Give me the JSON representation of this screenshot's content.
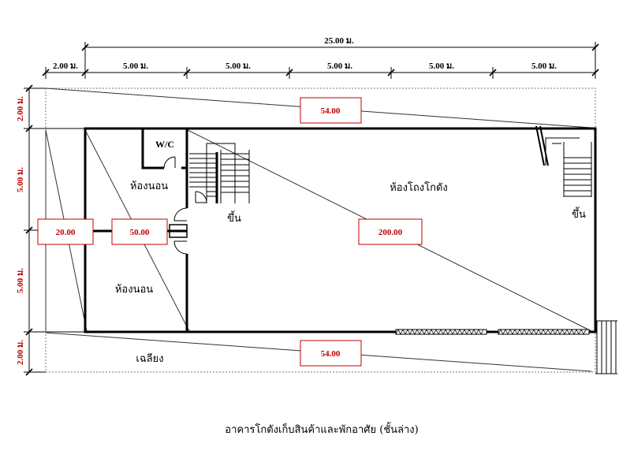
{
  "dimensions": {
    "total": "25.00 ม.",
    "left_offset": "2.00 ม.",
    "bays": [
      "5.00 ม.",
      "5.00 ม.",
      "5.00 ม.",
      "5.00 ม.",
      "5.00 ม."
    ],
    "vertical": [
      "2.00 ม.",
      "5.00 ม.",
      "5.00 ม.",
      "2.00 ม."
    ]
  },
  "rooms": {
    "wc": "W/C",
    "bedroom_top": "ห้องนอน",
    "bedroom_bottom": "ห้องนอน",
    "warehouse": "ห้องโถงโกดัง",
    "stair_up_left": "ขึ้น",
    "stair_up_right": "ขึ้น",
    "porch": "เฉลียง"
  },
  "boxes": {
    "top": "54.00",
    "bottom": "54.00",
    "left": "20.00",
    "middle_left": "50.00",
    "center": "200.00"
  },
  "colors": {
    "accent": "#c00000",
    "line": "#000000"
  },
  "caption": "อาคารโกดังเก็บสินค้าและพักอาศัย (ชั้นล่าง)"
}
